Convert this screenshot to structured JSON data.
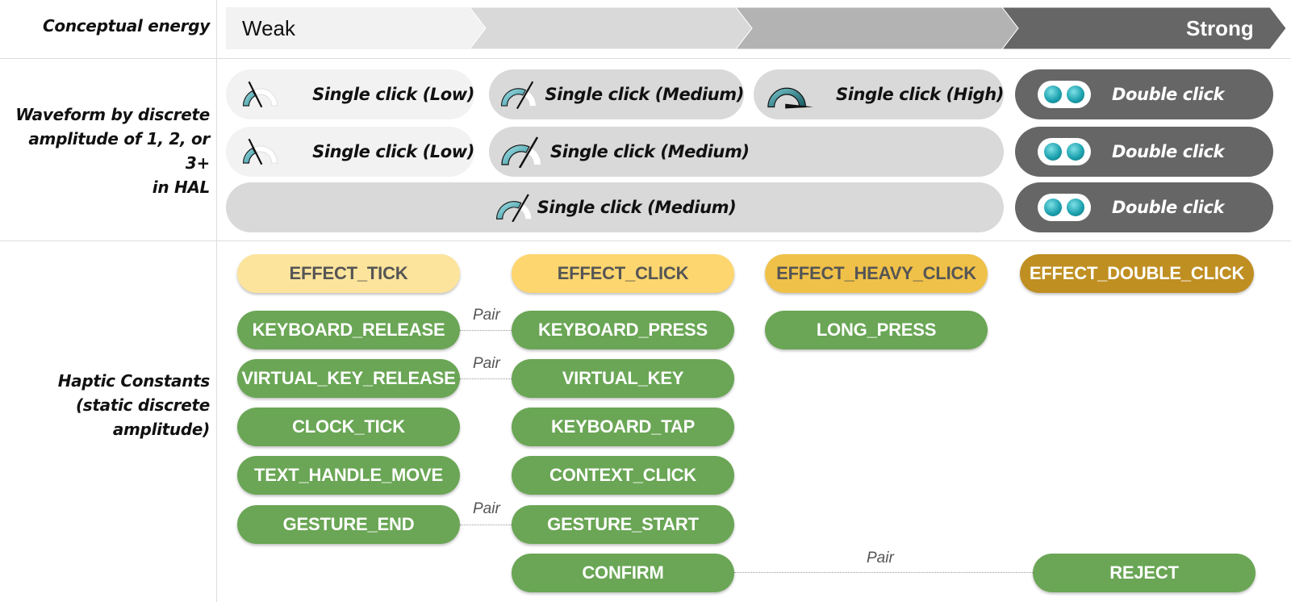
{
  "row_labels": {
    "energy": "Conceptual energy",
    "waveform": [
      "Waveform by discrete",
      "amplitude of 1, 2, or 3+",
      "in HAL"
    ],
    "constants": [
      "Haptic Constants",
      "(static discrete",
      "amplitude)"
    ]
  },
  "energy_arrow": {
    "weak_label": "Weak",
    "strong_label": "Strong",
    "segment_colors": [
      "#f2f2f2",
      "#d9d9d9",
      "#b3b3b3",
      "#666666"
    ]
  },
  "waveforms": {
    "row1": [
      {
        "label": "Single click (Low)",
        "icon": "gauge-low-icon"
      },
      {
        "label": "Single click (Medium)",
        "icon": "gauge-medium-icon"
      },
      {
        "label": "Single click (High)",
        "icon": "gauge-high-icon"
      },
      {
        "label": "Double click",
        "icon": "double-dot-icon"
      }
    ],
    "row2": [
      {
        "label": "Single click (Low)",
        "icon": "gauge-low-icon"
      },
      {
        "label": "Single click (Medium)",
        "icon": "gauge-medium-icon"
      },
      {
        "label": "Double click",
        "icon": "double-dot-icon"
      }
    ],
    "row3": [
      {
        "label": "Single click (Medium)",
        "icon": "gauge-medium-icon"
      },
      {
        "label": "Double click",
        "icon": "double-dot-icon"
      }
    ]
  },
  "effects": {
    "tick": "EFFECT_TICK",
    "click": "EFFECT_CLICK",
    "heavy_click": "EFFECT_HEAVY_CLICK",
    "double_click": "EFFECT_DOUBLE_CLICK"
  },
  "constants": {
    "col1": [
      "KEYBOARD_RELEASE",
      "VIRTUAL_KEY_RELEASE",
      "CLOCK_TICK",
      "TEXT_HANDLE_MOVE",
      "GESTURE_END"
    ],
    "col2": [
      "KEYBOARD_PRESS",
      "VIRTUAL_KEY",
      "KEYBOARD_TAP",
      "CONTEXT_CLICK",
      "GESTURE_START",
      "CONFIRM"
    ],
    "col3": [
      "LONG_PRESS"
    ],
    "col4": [
      "REJECT"
    ]
  },
  "pair_label": "Pair",
  "colors": {
    "green": "#6aa655",
    "effect_tick": "#fde49c",
    "effect_click": "#fed66f",
    "effect_heavy_click": "#f0c148",
    "effect_double_click": "#bf8f22",
    "dark_pill": "#666666"
  }
}
